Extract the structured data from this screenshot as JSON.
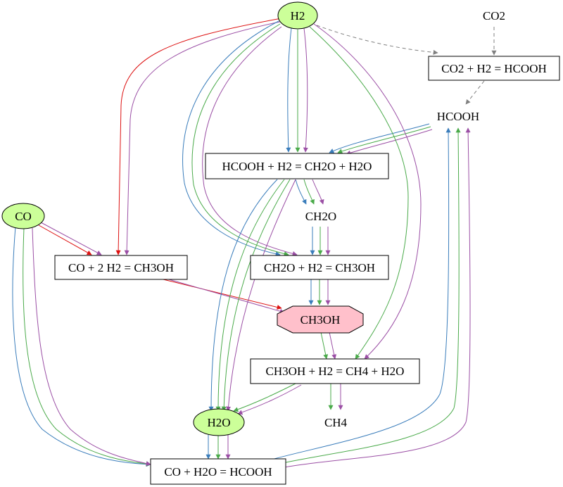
{
  "nodes": {
    "h2": "H2",
    "co2": "CO2",
    "r_co2_h2": "CO2 + H2 = HCOOH",
    "hcooh": "HCOOH",
    "r_hcooh_h2": "HCOOH + H2 = CH2O + H2O",
    "co": "CO",
    "ch2o": "CH2O",
    "r_co_2h2": "CO + 2 H2 = CH3OH",
    "r_ch2o_h2": "CH2O + H2 = CH3OH",
    "ch3oh": "CH3OH",
    "r_ch3oh_h2": "CH3OH + H2 = CH4 + H2O",
    "h2o": "H2O",
    "ch4": "CH4",
    "r_co_h2o": "CO + H2O = HCOOH"
  },
  "colors": {
    "species_fill": "#ccff99",
    "product_fill": "#ffc0cb",
    "red": "#dd1111",
    "blue": "#3a7dbb",
    "green": "#4aaa4a",
    "purple": "#9b4fa5",
    "gray": "#808080"
  }
}
